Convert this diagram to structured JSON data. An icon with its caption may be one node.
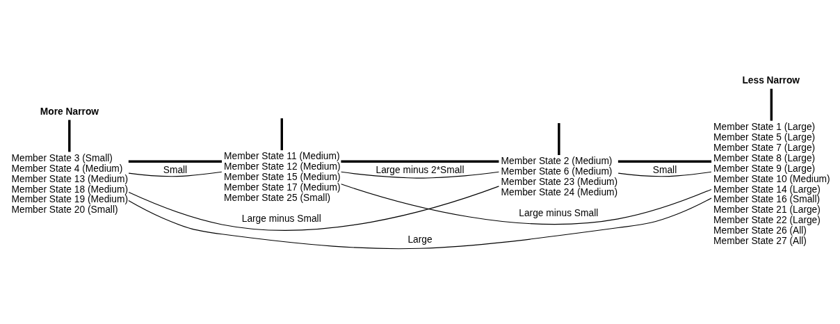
{
  "diagram": {
    "nodes": [
      {
        "text": [
          "More Narrow"
        ],
        "beside": [
          "Member State 3 (Small)",
          "Member State 4 (Medium)",
          "Member State 13 (Medium)",
          "Member State 18 (Medium)",
          "Member State 19 (Medium)",
          "Member State 20 (Small)"
        ]
      },
      {
        "text": [],
        "shape": "bar",
        "beside": [
          "Member State 11 (Medium)",
          "Member State 12 (Medium)",
          "Member State 15 (Medium)",
          "Member State 17 (Medium)",
          "Member State 25 (Small)"
        ]
      },
      {
        "text": [],
        "shape": "bar",
        "beside": [
          "Member State 2 (Medium)",
          "Member State 6 (Medium)",
          "Member State 23 (Medium)",
          "Member State 24 (Medium)"
        ]
      },
      {
        "text": [
          "Less Narrow"
        ],
        "beside": [
          "Member State 1 (Large)",
          "Member State 5 (Large)",
          "Member State 7 (Large)",
          "Member State 8 (Large)",
          "Member State 9 (Large)",
          "Member State 10 (Medium)",
          "Member State 14 (Large)",
          "Member State 16 (Small)",
          "Member State 21 (Large)",
          "Member State 22 (Large)",
          "Member State 26 (All)",
          "Member State 27 (All)"
        ]
      }
    ],
    "edges": [
      {
        "from": 0,
        "to": 1,
        "arrow": "none",
        "style": "thick"
      },
      {
        "from": 1,
        "to": 2,
        "arrow": "none",
        "style": "thick"
      },
      {
        "from": 2,
        "to": 3,
        "arrow": "none",
        "style": "thick"
      },
      {
        "from": 0,
        "to": 3,
        "arrow": "none",
        "label": "Large"
      },
      {
        "from": 0,
        "to": 2,
        "arrow": "none",
        "label": "Large minus Small"
      },
      {
        "from": 1,
        "to": 3,
        "arrow": "none",
        "label": "Large minus Small"
      },
      {
        "from": 0,
        "to": 1,
        "arrow": "none",
        "label": "Small"
      },
      {
        "from": 1,
        "to": 2,
        "arrow": "none",
        "label": "Large minus 2*Small"
      },
      {
        "from": 2,
        "to": 3,
        "arrow": "none",
        "label": "Small"
      }
    ]
  }
}
